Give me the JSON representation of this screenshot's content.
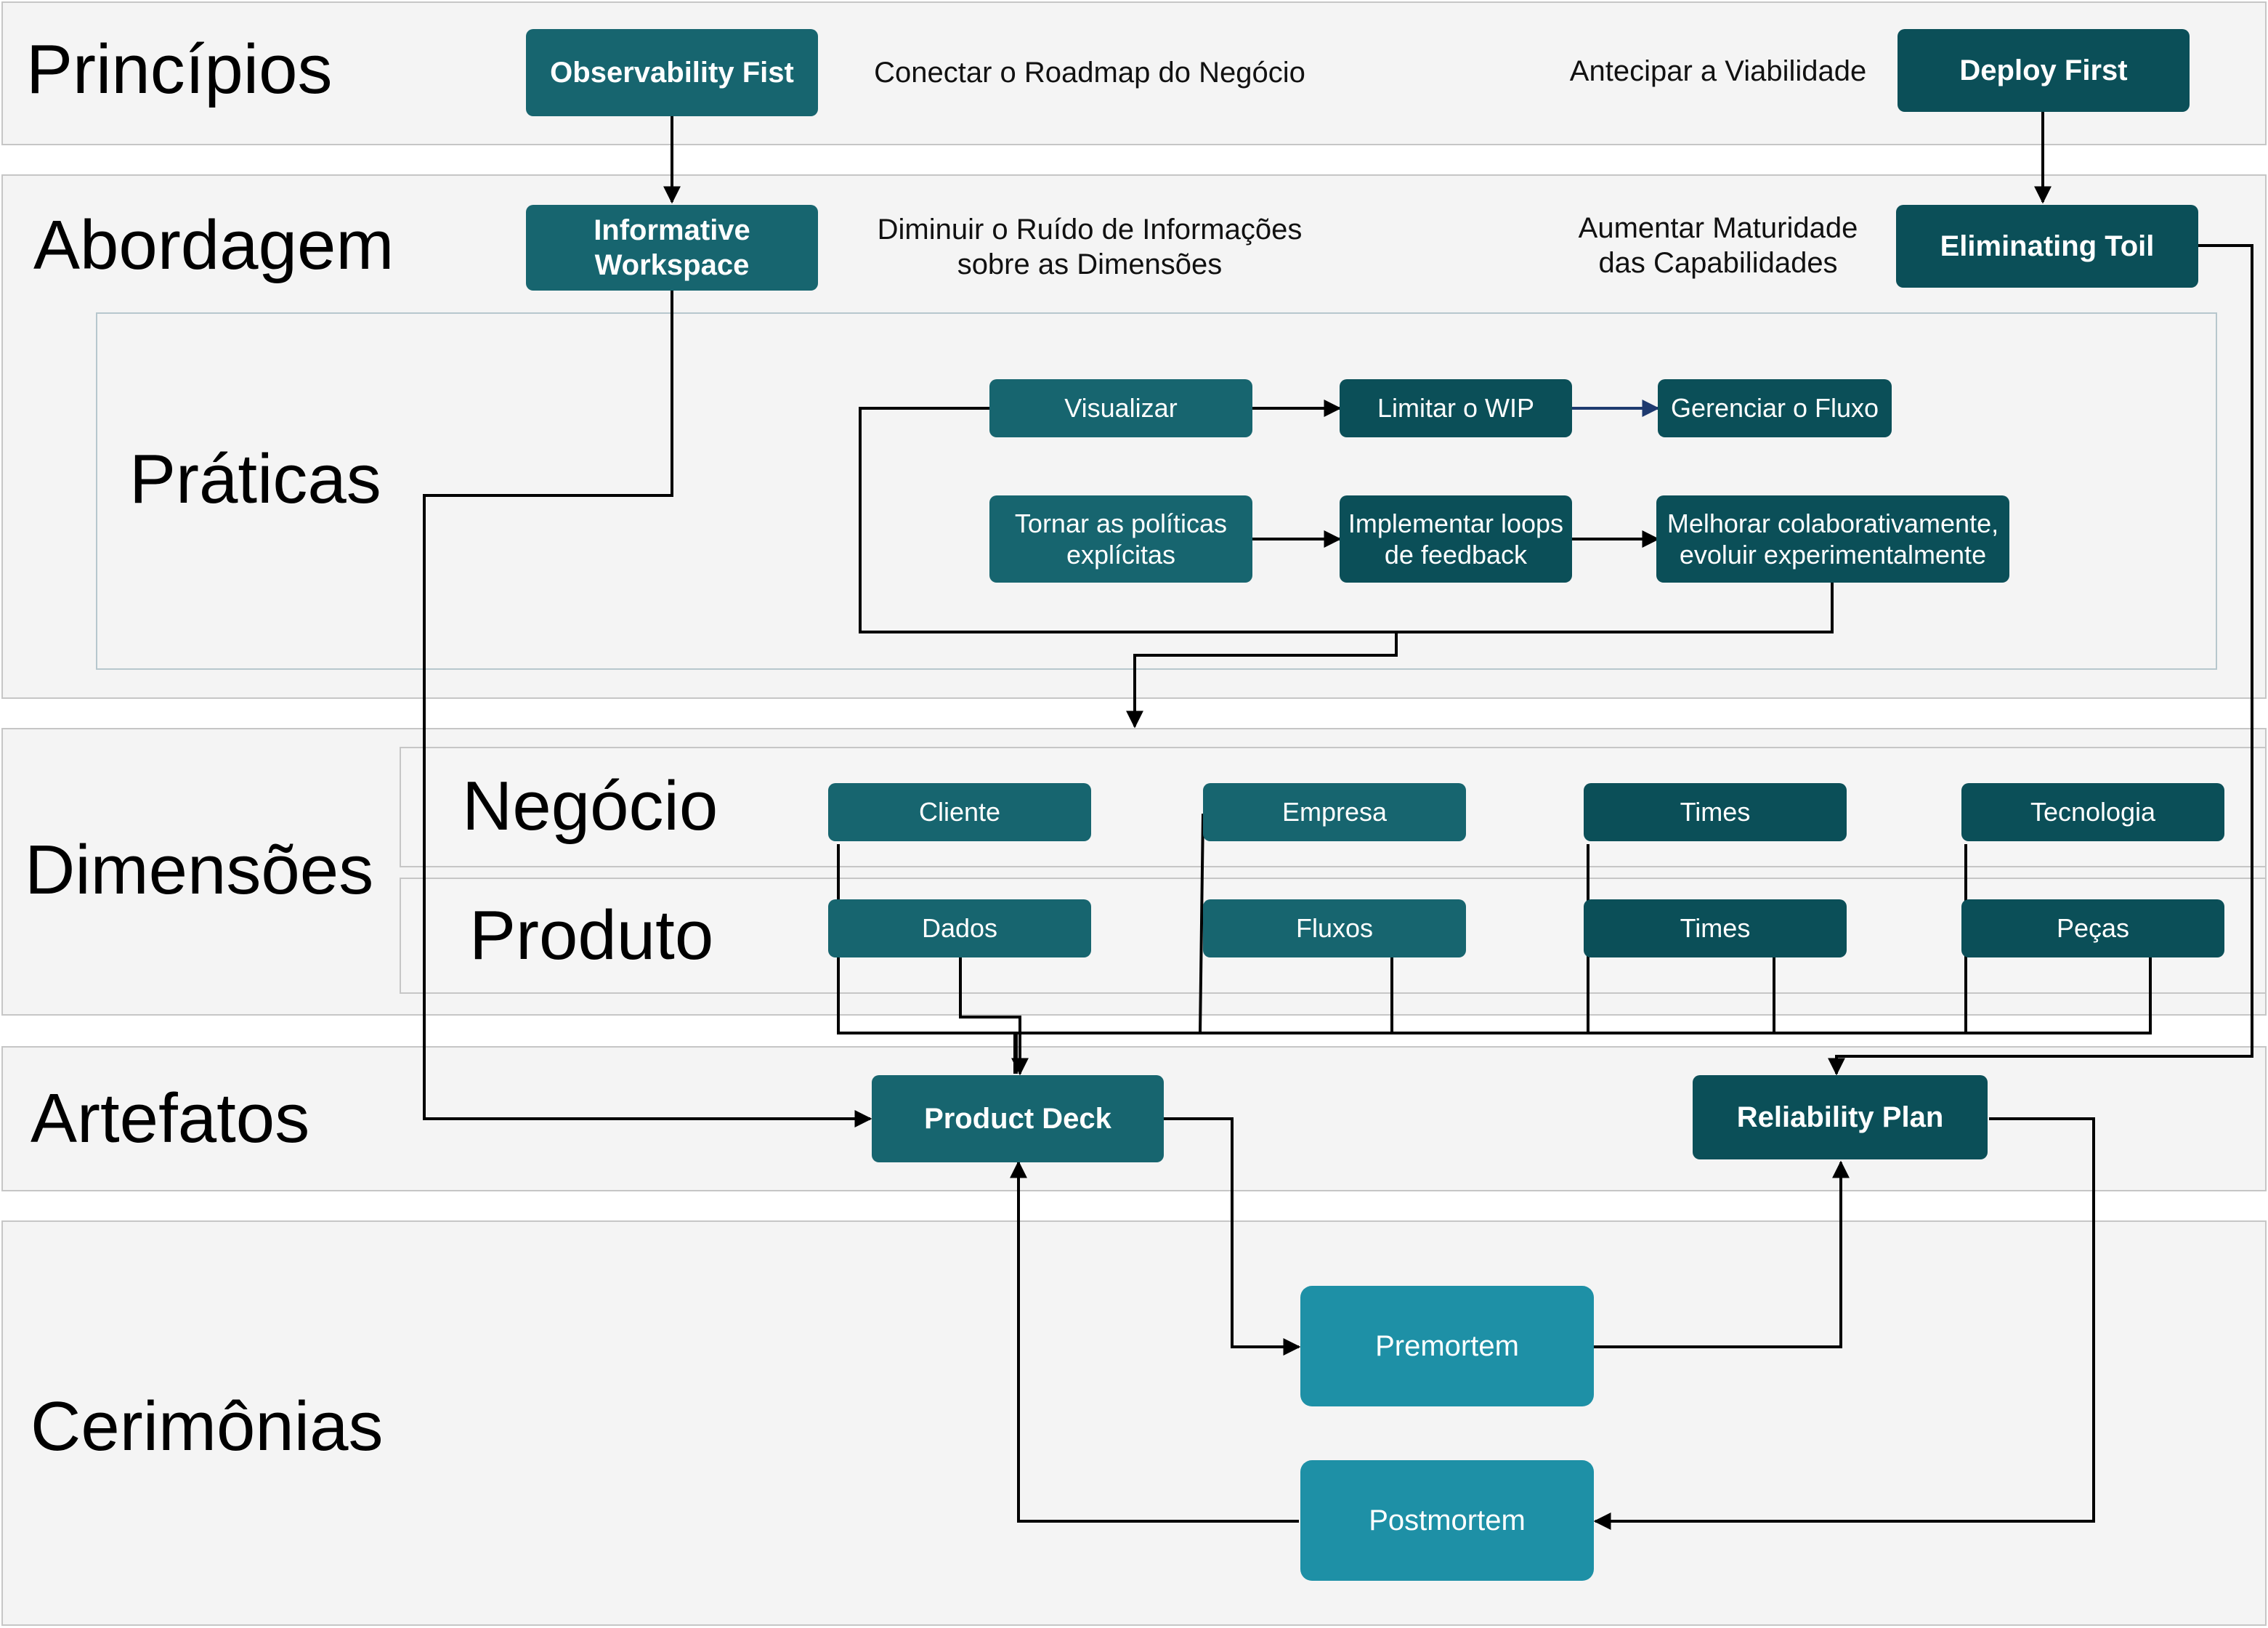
{
  "colors": {
    "teal_mid": "#17656f",
    "teal_dark": "#0b4f58",
    "teal_light": "#1e90a6",
    "band_fill": "#f4f4f4",
    "connector": "#000000"
  },
  "sections": {
    "principios": "Princípios",
    "abordagem": "Abordagem",
    "praticas": "Práticas",
    "dimensoes": "Dimensões",
    "negocio": "Negócio",
    "produto": "Produto",
    "artefatos": "Artefatos",
    "cerimonias": "Cerimônias"
  },
  "principios": {
    "observability_first": "Observability Fist",
    "conectar_roadmap": "Conectar o Roadmap do Negócio",
    "antecipar_viabilidade": "Antecipar a Viabilidade",
    "deploy_first": "Deploy First"
  },
  "abordagem": {
    "informative_workspace": "Informative\nWorkspace",
    "diminuir_ruido": "Diminuir o Ruído de Informações\nsobre as Dimensões",
    "aumentar_maturidade": "Aumentar Maturidade\ndas Capabilidades",
    "eliminating_toil": "Eliminating Toil"
  },
  "praticas": {
    "visualizar": "Visualizar",
    "limitar_wip": "Limitar o WIP",
    "gerenciar_fluxo": "Gerenciar o Fluxo",
    "tornar_politicas": "Tornar as políticas\nexplícitas",
    "implementar_loops": "Implementar loops\nde feedback",
    "melhorar_colaborativamente": "Melhorar colaborativamente,\nevoluir experimentalmente"
  },
  "negocio_items": [
    "Cliente",
    "Empresa",
    "Times",
    "Tecnologia"
  ],
  "produto_items": [
    "Dados",
    "Fluxos",
    "Times",
    "Peças"
  ],
  "artefatos": {
    "product_deck": "Product Deck",
    "reliability_plan": "Reliability Plan"
  },
  "cerimonias": {
    "premortem": "Premortem",
    "postmortem": "Postmortem"
  }
}
